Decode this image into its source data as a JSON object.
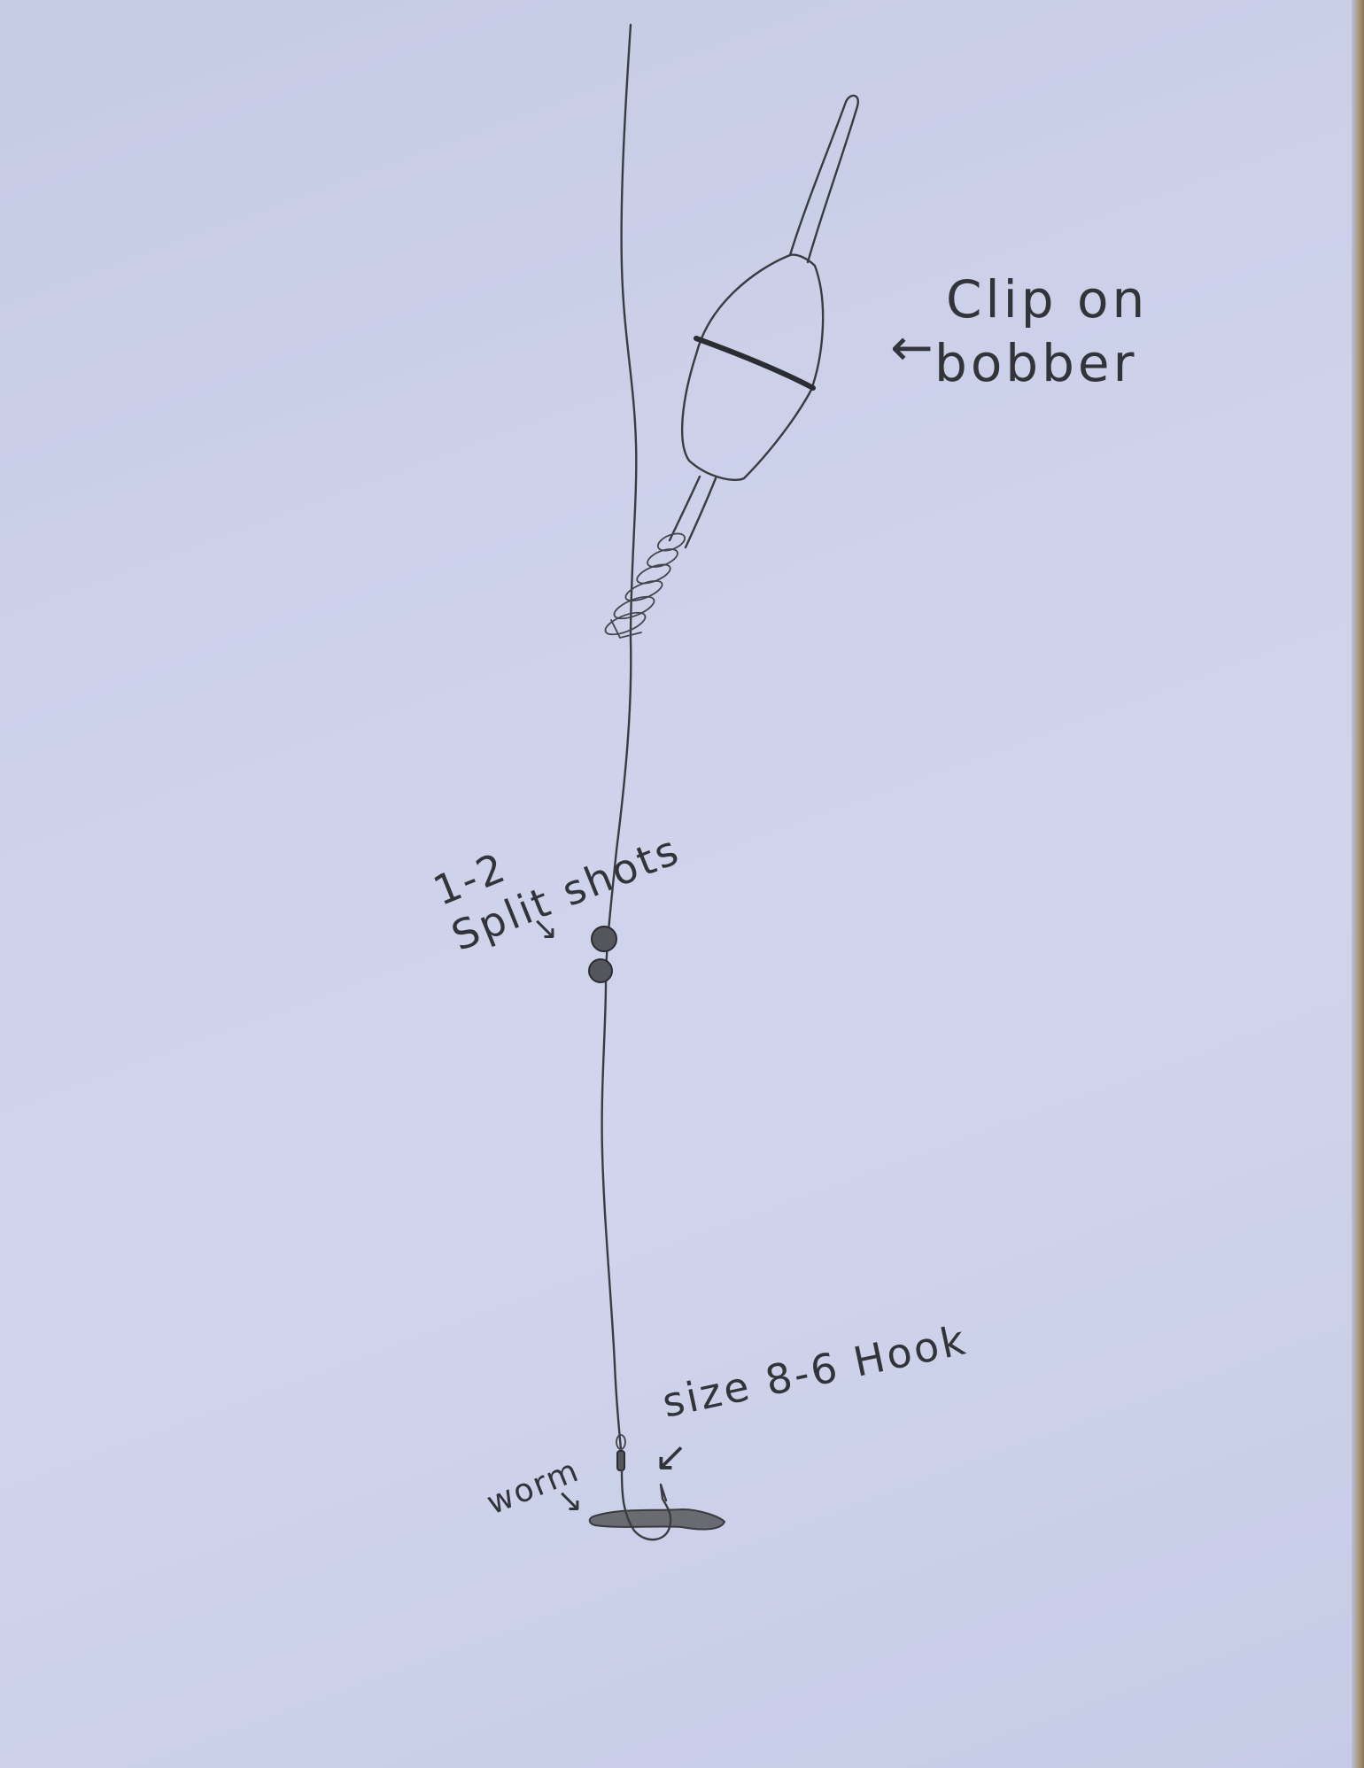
{
  "annotations": {
    "bobber_line1": "Clip on",
    "bobber_line2": "bobber",
    "shots_line1": "1-2",
    "shots_line2": "Split shots",
    "hook": "size 8-6 Hook",
    "worm": "worm"
  },
  "arrows": {
    "bobber_arrow": "←",
    "shots_arrow": "↘",
    "hook_arrow": "↙",
    "worm_arrow": "↘"
  }
}
